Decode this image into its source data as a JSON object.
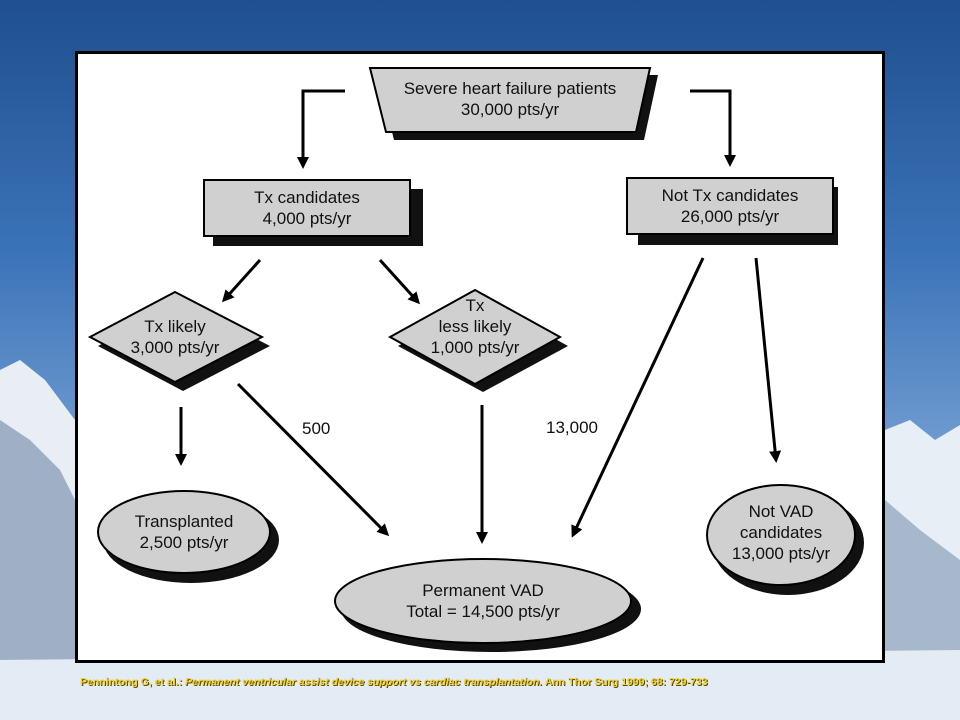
{
  "nodes": {
    "severe": {
      "line1": "Severe heart failure patients",
      "line2": "30,000 pts/yr"
    },
    "tx_candidates": {
      "line1": "Tx candidates",
      "line2": "4,000 pts/yr"
    },
    "not_tx_candidates": {
      "line1": "Not Tx candidates",
      "line2": "26,000 pts/yr"
    },
    "tx_likely": {
      "line1": "Tx likely",
      "line2": "3,000 pts/yr"
    },
    "tx_less_likely": {
      "line1": "Tx",
      "line2": "less likely",
      "line3": "1,000 pts/yr"
    },
    "transplanted": {
      "line1": "Transplanted",
      "line2": "2,500 pts/yr"
    },
    "permanent_vad": {
      "line1": "Permanent VAD",
      "line2": "Total = 14,500 pts/yr"
    },
    "not_vad_candidates": {
      "line1": "Not VAD",
      "line2": "candidates",
      "line3": "13,000 pts/yr"
    }
  },
  "edge_labels": {
    "tx_likely_to_vad": "500",
    "not_tx_to_vad": "13,000"
  },
  "citation": {
    "authors": "Pennintong G, et al.:",
    "title": "Permanent ventricular assist device  support vs cardiac transplantation.",
    "journal": "Ann Thor Surg  1999;  68: 729-733"
  },
  "colors": {
    "box_fill": "#d0d0d0",
    "shadow": "#111111",
    "citation": "#f2d22e"
  }
}
